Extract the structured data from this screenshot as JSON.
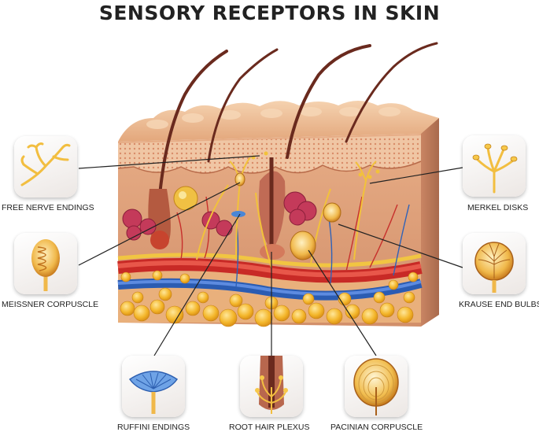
{
  "title": "SENSORY RECEPTORS IN SKIN",
  "labels": {
    "free_nerve_endings": "FREE NERVE ENDINGS",
    "meissner_corpuscle": "MEISSNER CORPUSCLE",
    "merkel_disks": "MERKEL DISKS",
    "krause_end_bulbs": "KRAUSE END BULBS",
    "ruffini_endings": "RUFFINI ENDINGS",
    "root_hair_plexus": "ROOT HAIR PLEXUS",
    "pacinian_corpuscle": "PACINIAN CORPUSCLE"
  },
  "colors": {
    "epidermis": "#e8b48a",
    "dermis": "#d9a07a",
    "fat": "#f2b62e",
    "nerve": "#f0c23a",
    "artery": "#d8322c",
    "vein": "#2f62b8",
    "hair": "#6a2a1e",
    "gland": "#c43a5a"
  }
}
